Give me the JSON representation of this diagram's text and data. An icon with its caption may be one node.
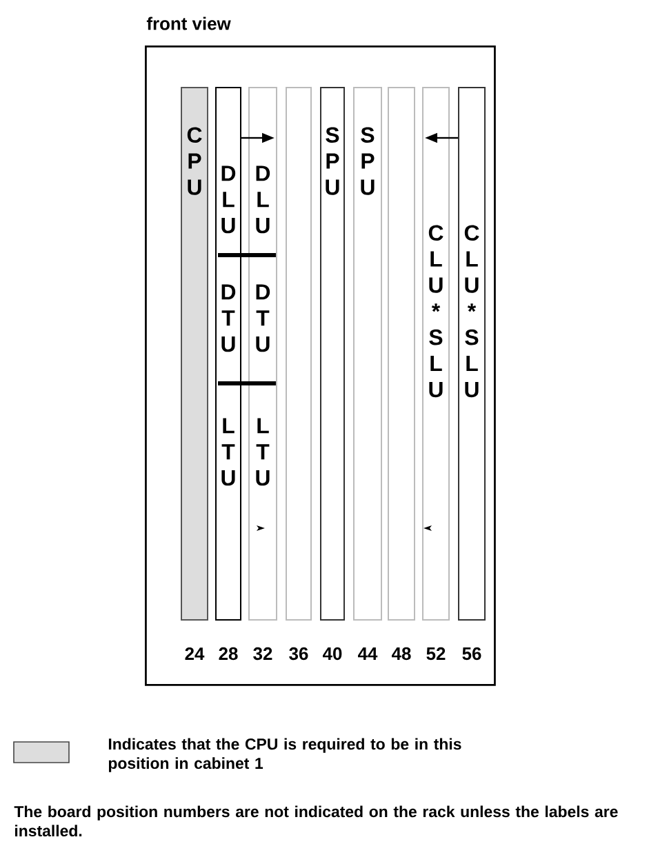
{
  "diagram": {
    "nodes": [
      {
        "text": [
          "front view"
        ]
      },
      {
        "text": [
          "CPU"
        ],
        "in": 0,
        "beside": [
          "24"
        ]
      },
      {
        "text": [
          "DLU",
          "DTU",
          "LTU"
        ],
        "in": 0,
        "beside": [
          "28"
        ]
      },
      {
        "text": [
          "DLU",
          "DTU",
          "LTU"
        ],
        "in": 0,
        "beside": [
          "32"
        ]
      },
      {
        "text": [],
        "shape": "bar",
        "in": 0,
        "beside": [
          "36"
        ]
      },
      {
        "text": [
          "SPU"
        ],
        "in": 0,
        "beside": [
          "40"
        ]
      },
      {
        "text": [
          "SPU"
        ],
        "in": 0,
        "beside": [
          "44"
        ]
      },
      {
        "text": [],
        "shape": "bar",
        "in": 0,
        "beside": [
          "48"
        ]
      },
      {
        "text": [
          "CLU*SLU"
        ],
        "in": 0,
        "beside": [
          "52"
        ]
      },
      {
        "text": [
          "CLU*SLU"
        ],
        "in": 0,
        "beside": [
          "56"
        ]
      }
    ],
    "edges": [
      {
        "from": 2,
        "to": 3,
        "arrow": "to"
      },
      {
        "from": 9,
        "to": 8,
        "arrow": "to"
      }
    ],
    "labels": [
      "The board position numbers are not indicated on the rack unless the labels are installed."
    ],
    "legend": [
      {
        "text": "Indicates that the CPU is required to be in this position in cabinet 1",
        "color": "#dddddd"
      }
    ]
  }
}
